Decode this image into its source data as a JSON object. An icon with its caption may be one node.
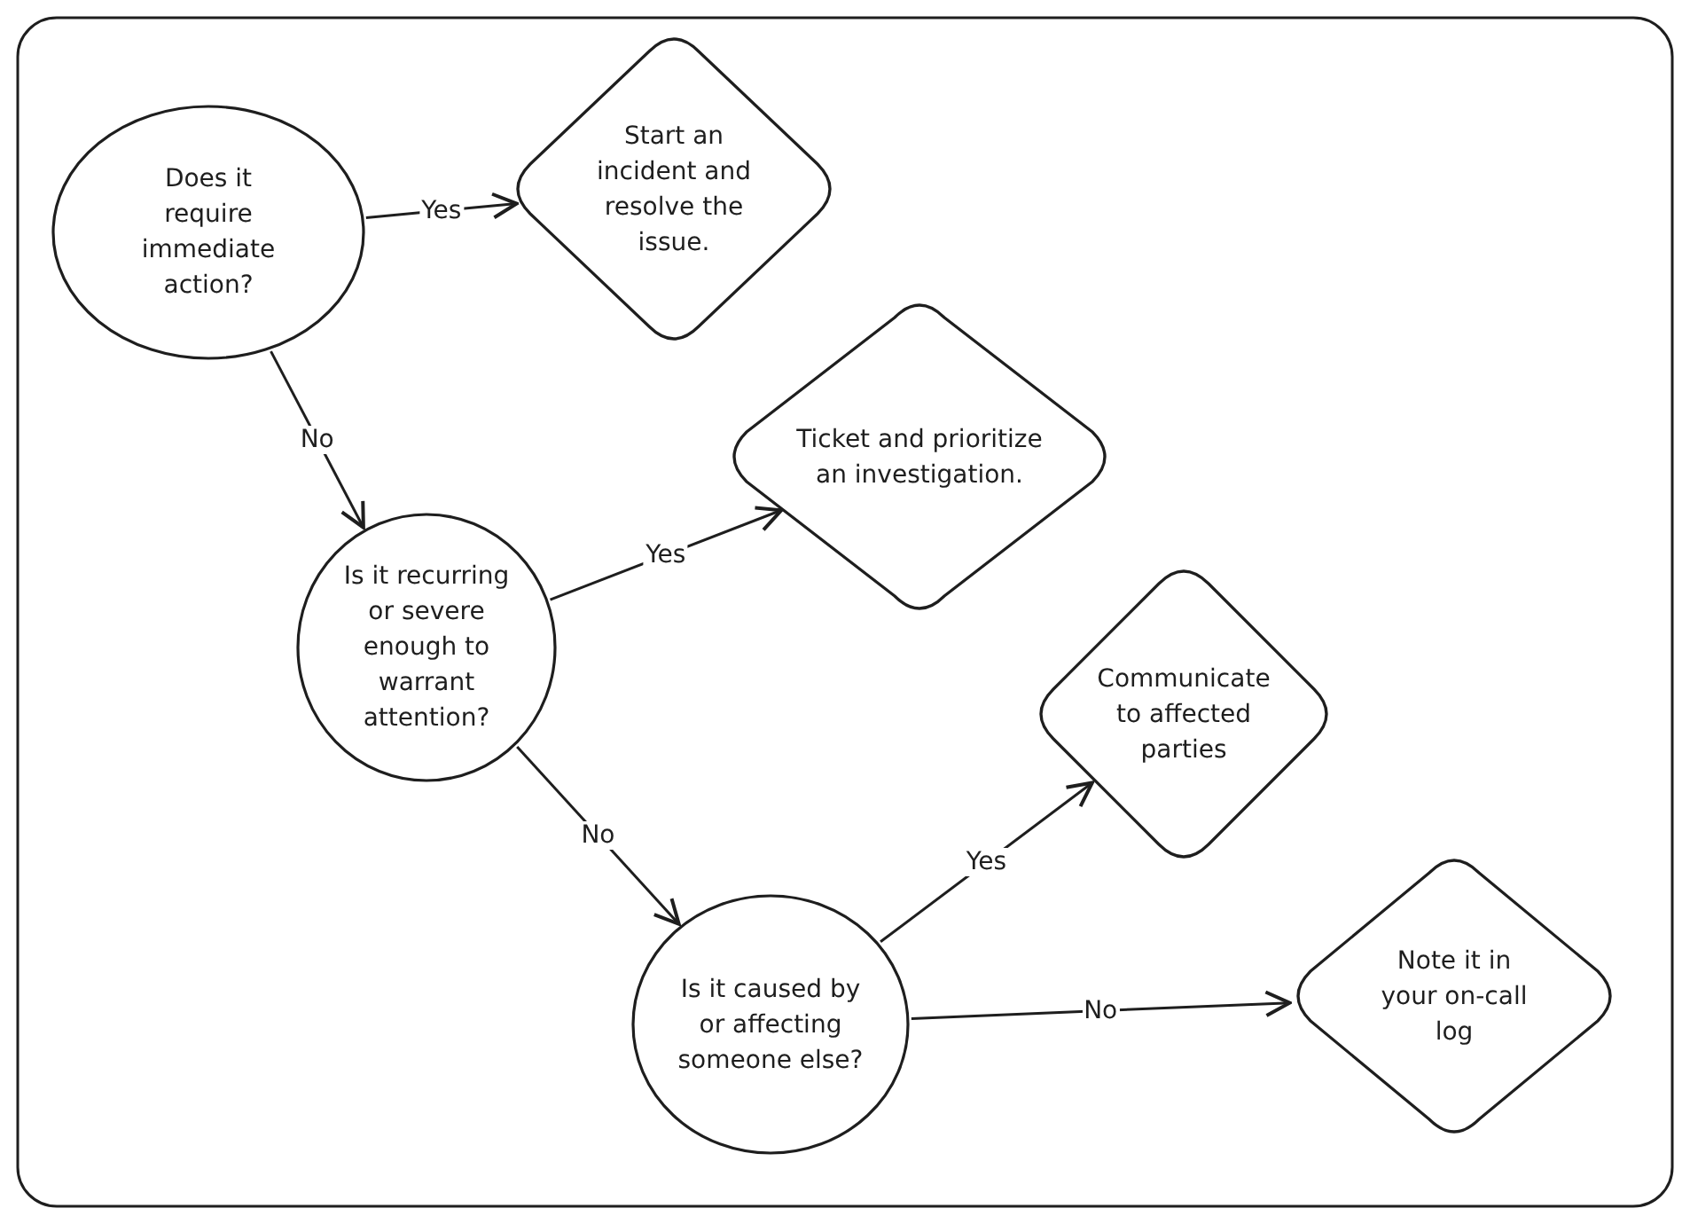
{
  "diagram": {
    "nodes": [
      {
        "text": [
          "Does it require immediate action?"
        ]
      },
      {
        "text": [
          "Start an incident and resolve the issue."
        ]
      },
      {
        "text": [
          "Is it recurring or severe enough to warrant attention?"
        ]
      },
      {
        "text": [
          "Ticket and prioritize an investigation."
        ]
      },
      {
        "text": [
          "Is it caused by or affecting someone else?"
        ]
      },
      {
        "text": [
          "Communicate to affected parties"
        ]
      },
      {
        "text": [
          "Note it in your on-call log"
        ]
      }
    ],
    "edges": [
      {
        "from": 0,
        "to": 1,
        "arrow": "to",
        "label": "Yes"
      },
      {
        "from": 0,
        "to": 2,
        "arrow": "to",
        "label": "No"
      },
      {
        "from": 2,
        "to": 3,
        "arrow": "to",
        "label": "Yes"
      },
      {
        "from": 2,
        "to": 4,
        "arrow": "to",
        "label": "No"
      },
      {
        "from": 4,
        "to": 5,
        "arrow": "to",
        "label": "Yes"
      },
      {
        "from": 4,
        "to": 6,
        "arrow": "to",
        "label": "No"
      }
    ]
  }
}
